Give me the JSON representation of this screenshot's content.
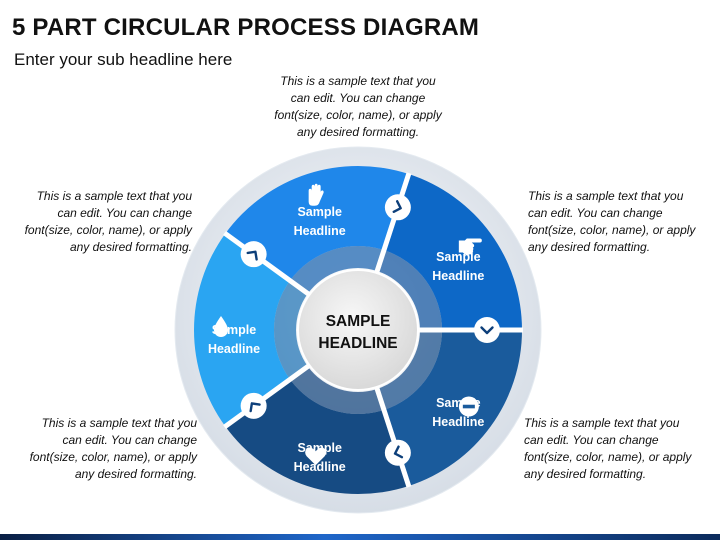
{
  "header": {
    "title": "5 PART CIRCULAR PROCESS DIAGRAM",
    "subtitle": "Enter your sub headline here"
  },
  "notes": {
    "top": [
      "This is a sample text that you",
      "can edit. You can change",
      "font(size, color, name), or apply",
      "any desired formatting."
    ],
    "upper_left": [
      "This is a sample text that you",
      "can edit. You can change",
      "font(size, color, name), or apply",
      "any desired formatting."
    ],
    "upper_right": [
      "This is a sample text that you",
      "can edit. You can change",
      "font(size, color, name), or apply",
      "any desired formatting."
    ],
    "lower_left": [
      "This is a sample text that you",
      "can edit. You can change",
      "font(size, color, name), or apply",
      "any desired formatting."
    ],
    "lower_right": [
      "This is a sample text that you",
      "can edit. You can change",
      "font(size, color, name), or apply",
      "any desired formatting."
    ]
  },
  "center": {
    "line1": "SAMPLE",
    "line2": "HEADLINE"
  },
  "segments": [
    {
      "line1": "Sample",
      "line2": "Headline",
      "icon": "drop-icon",
      "color": "#2aa5f2"
    },
    {
      "line1": "Sample",
      "line2": "Headline",
      "icon": "hand-icon",
      "color": "#1f87ea"
    },
    {
      "line1": "Sample",
      "line2": "Headline",
      "icon": "pointing-hand-icon",
      "color": "#0d68c7"
    },
    {
      "line1": "Sample",
      "line2": "Headline",
      "icon": "minus-circle-icon",
      "color": "#1a5b9c"
    },
    {
      "line1": "Sample",
      "line2": "Headline",
      "icon": "heart-icon",
      "color": "#164b83"
    }
  ],
  "colors": {
    "outer_ring": "#dfe6ee",
    "inner_ring": "#1d5ea4",
    "center_fill": "#e8e8e8"
  }
}
